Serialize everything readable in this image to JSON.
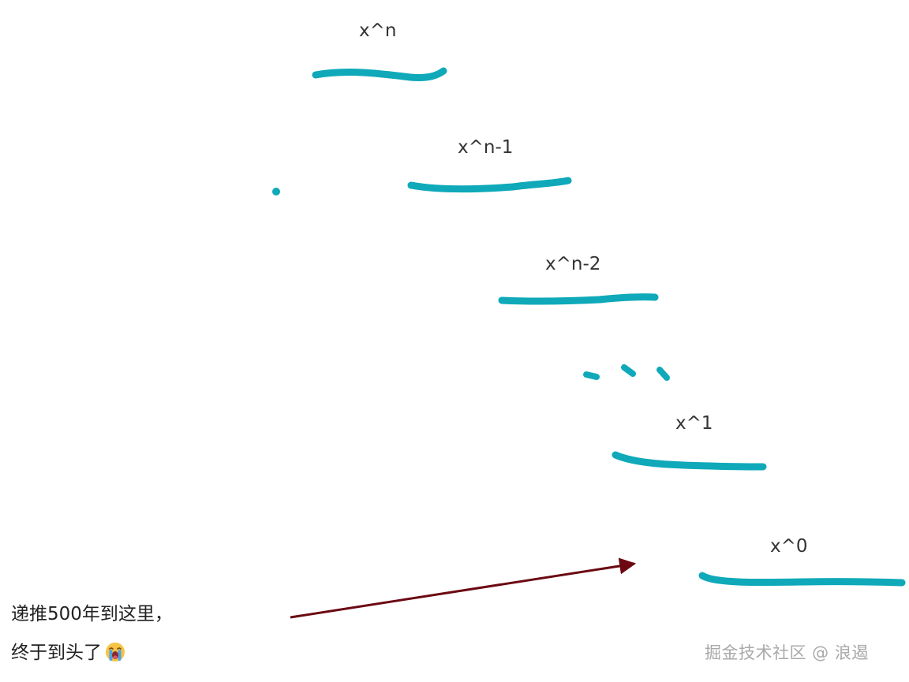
{
  "steps": [
    {
      "label": "x^n"
    },
    {
      "label": "x^n-1"
    },
    {
      "label": "x^n-2"
    },
    {
      "label": "x^1"
    },
    {
      "label": "x^0"
    }
  ],
  "caption": {
    "line1": "递推500年到这里，",
    "line2": "终于到头了",
    "emoji_icon": "crying-face-icon"
  },
  "watermark": "掘金技术社区 @ 浪遏",
  "colors": {
    "stroke": "#0fa9b9",
    "arrow": "#6b0812",
    "text": "#333333",
    "watermark": "#a9a9a9"
  }
}
